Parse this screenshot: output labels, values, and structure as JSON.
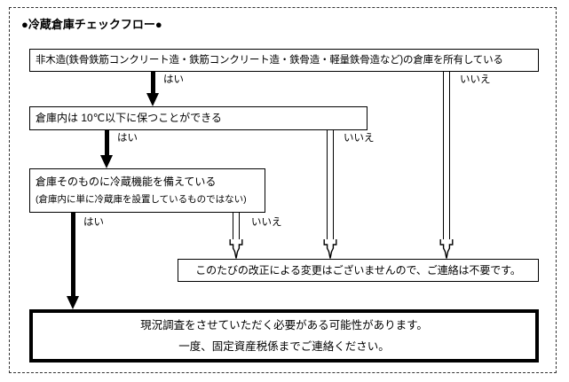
{
  "title": "●冷蔵倉庫チェックフロー●",
  "colors": {
    "line": "#000000",
    "frame": "#333333",
    "background": "#ffffff"
  },
  "labels": {
    "yes": "はい",
    "no": "いいえ"
  },
  "nodes": {
    "q1": {
      "text": "非木造(鉄骨鉄筋コンクリート造・鉄筋コンクリート造・鉄骨造・軽量鉄骨造など)の倉庫を所有している"
    },
    "q2": {
      "text": "倉庫内は 10℃以下に保つことができる"
    },
    "q3": {
      "line1": "倉庫そのものに冷蔵機能を備えている",
      "line2": "(倉庫内に単に冷蔵庫を設置しているものではない)"
    },
    "no_change": {
      "text": "このたびの改正による変更はございませんので、ご連絡は不要です。"
    },
    "result": {
      "line1": "現況調査をさせていただく必要がある可能性があります。",
      "line2": "一度、固定資産税係までご連絡ください。"
    }
  },
  "branch_labels": {
    "q1_yes": "はい",
    "q1_no": "いいえ",
    "q2_yes": "はい",
    "q2_no": "いいえ",
    "q3_yes": "はい",
    "q3_no": "いいえ"
  }
}
